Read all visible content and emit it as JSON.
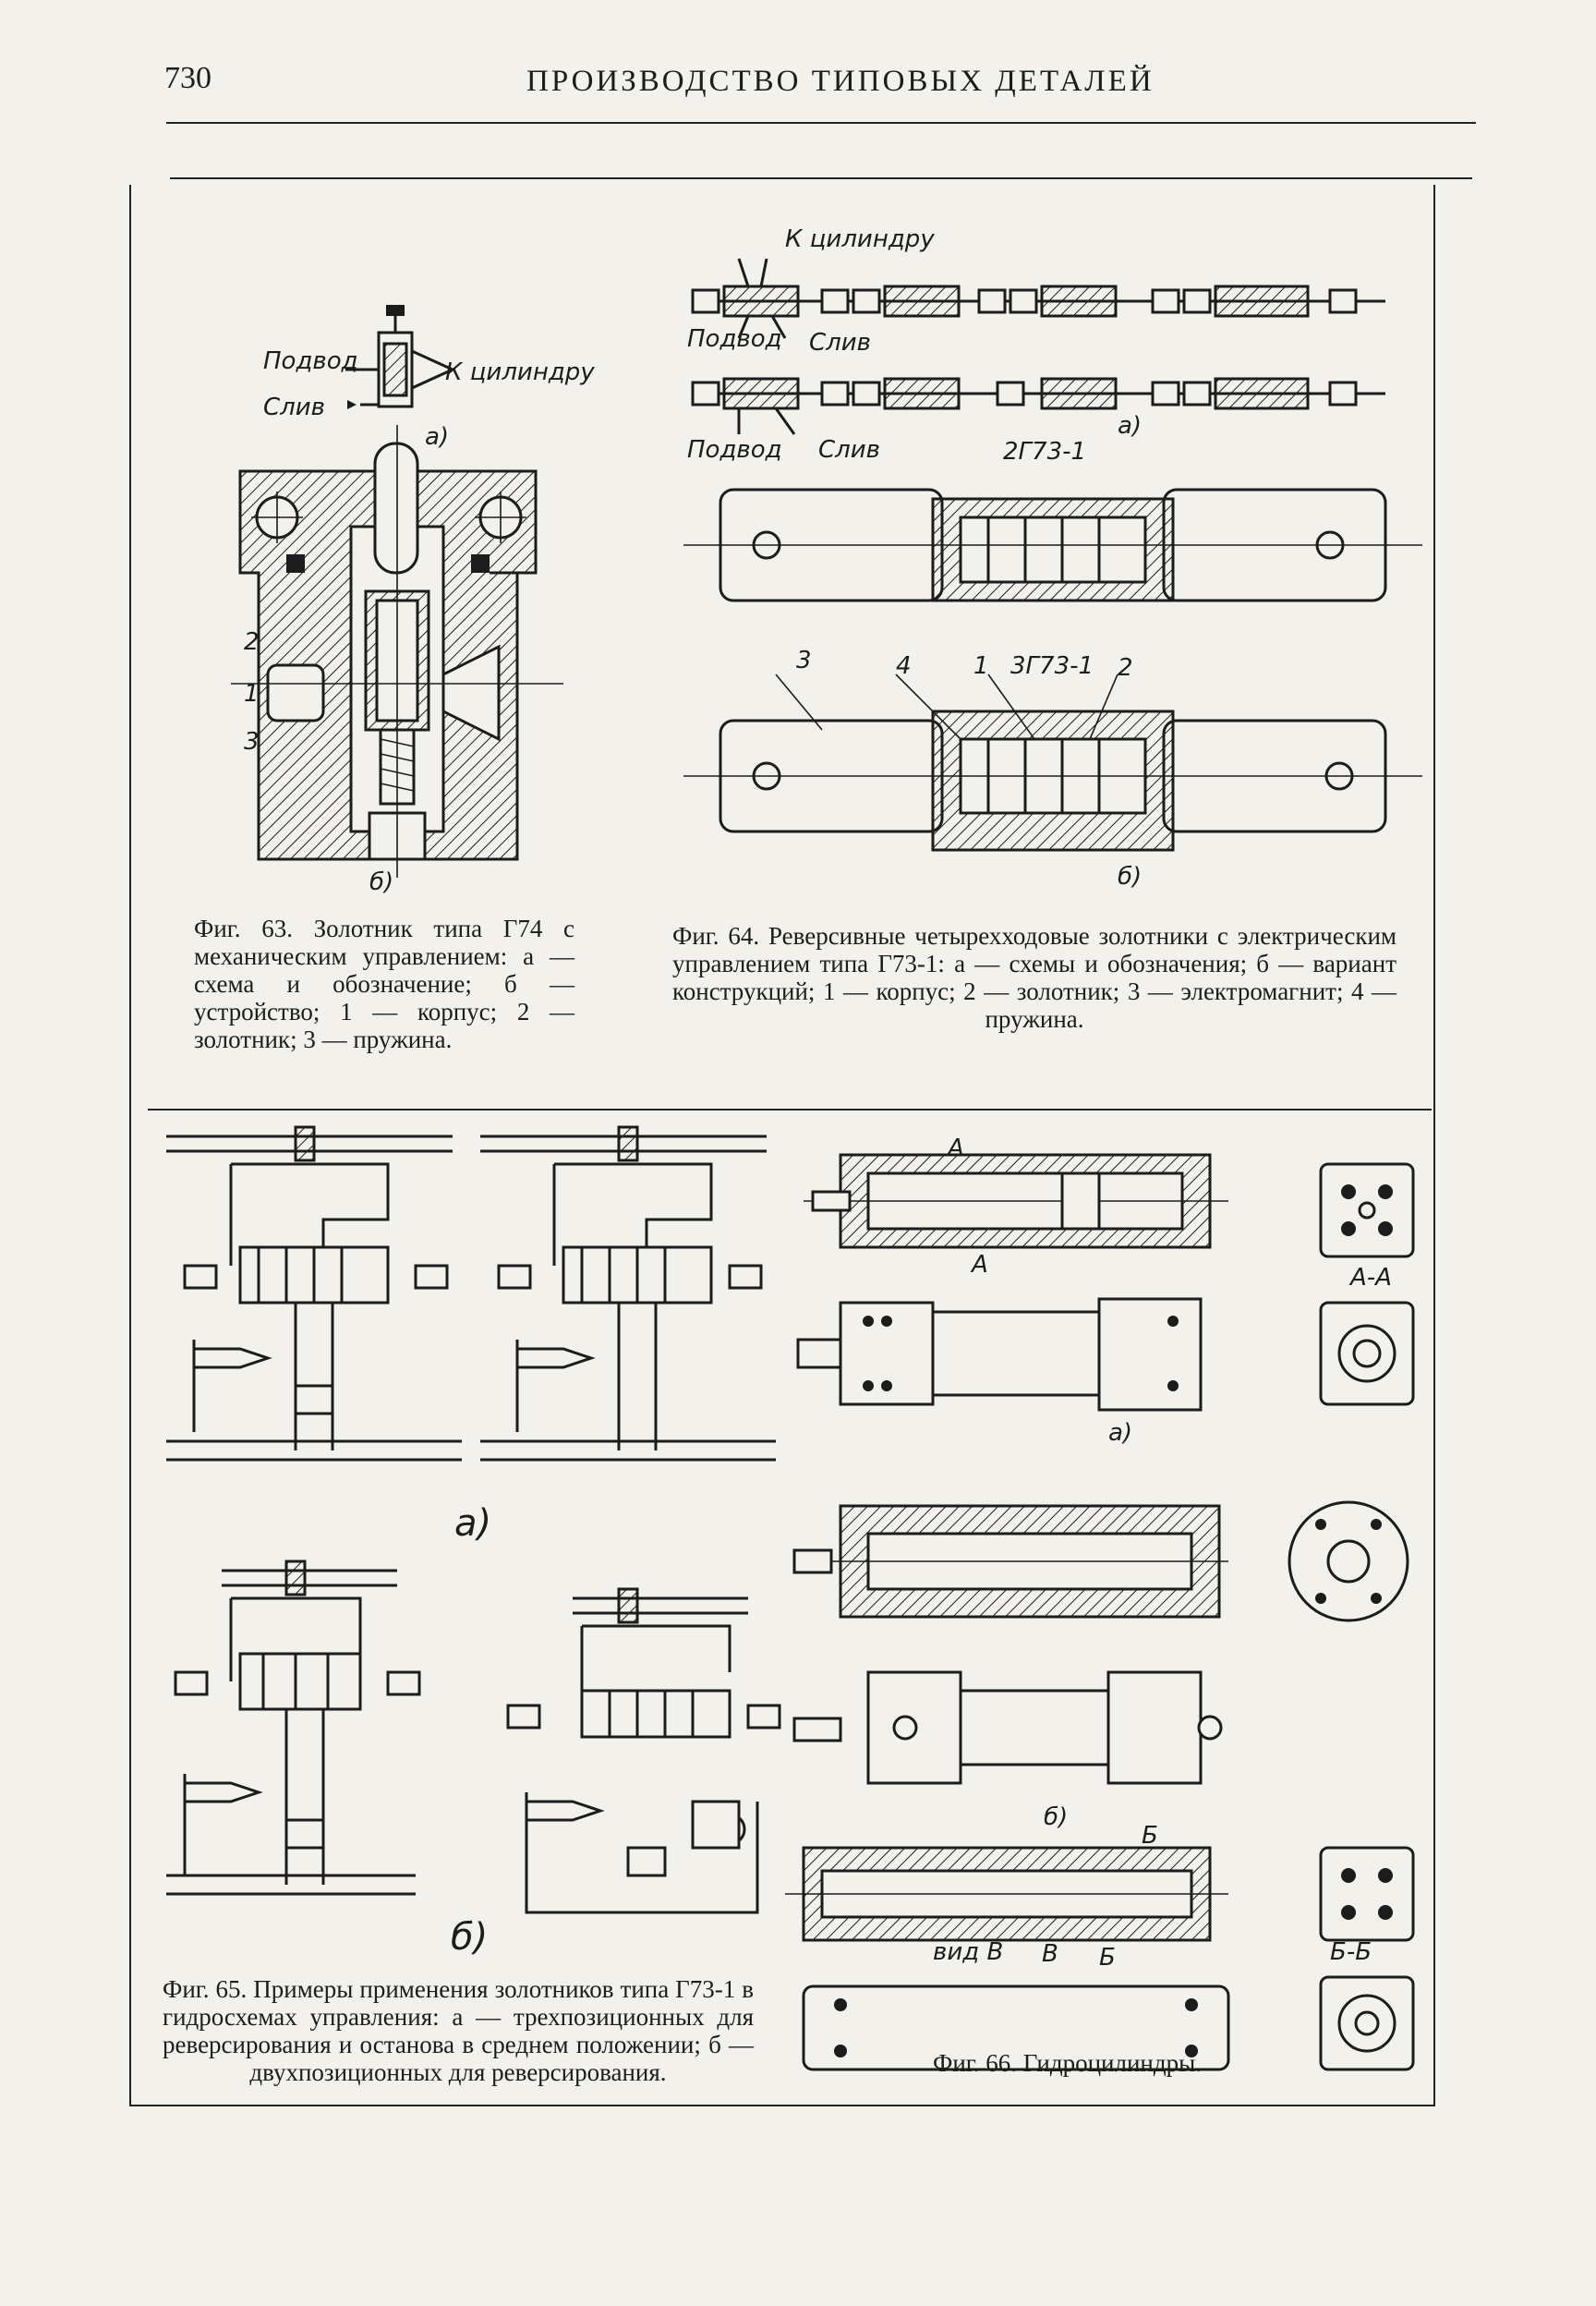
{
  "header": {
    "page_number": "730",
    "title": "ПРОИЗВОДСТВО ТИПОВЫХ ДЕТАЛЕЙ"
  },
  "fig63": {
    "label_podvod": "Подвод",
    "label_sliv": "Слив",
    "label_k_cilindru": "К цилиндру",
    "sub_a": "а)",
    "sub_b": "б)",
    "part_2": "2",
    "part_1": "1",
    "part_3": "3",
    "caption": "Фиг. 63. Золотник типа Г74 с механическим управлением: а — схема и обозначение; б — устройство; 1 — корпус; 2 — золотник; 3 — пружина."
  },
  "fig64": {
    "label_k_cilindru": "К цилиндру",
    "label_podvod_1": "Подвод",
    "label_sliv_1": "Слив",
    "label_podvod_2": "Подвод",
    "label_sliv_2": "Слив",
    "label_model": "2Г73-1",
    "label_model_2": "3Г73-1",
    "sub_a": "а)",
    "sub_b": "б)",
    "part_3": "3",
    "part_4": "4",
    "part_1": "1",
    "part_2": "2",
    "caption": "Фиг. 64. Реверсивные четырехходовые золотники с электрическим управлением типа Г73-1: а — схемы и обозначения; б — вариант конструкций; 1 — корпус; 2 — золотник; 3 — электромагнит; 4 — пружина."
  },
  "fig65": {
    "sub_a": "а)",
    "sub_b": "б)",
    "caption": "Фиг. 65. Примеры применения золотников типа Г73-1 в гидросхемах управления: а — трехпозиционных для реверсирования и останова в среднем положении; б — двухпозиционных для реверсирования."
  },
  "fig66": {
    "label_A_top": "А",
    "label_A_bottom": "А",
    "label_AA": "А-А",
    "sub_a": "а)",
    "sub_b": "б)",
    "label_B": "Б",
    "label_B_bottom": "Б",
    "label_vid_V": "вид В",
    "label_V": "В",
    "label_BB": "Б-Б",
    "caption": "Фиг. 66. Гидроцилиндры."
  }
}
